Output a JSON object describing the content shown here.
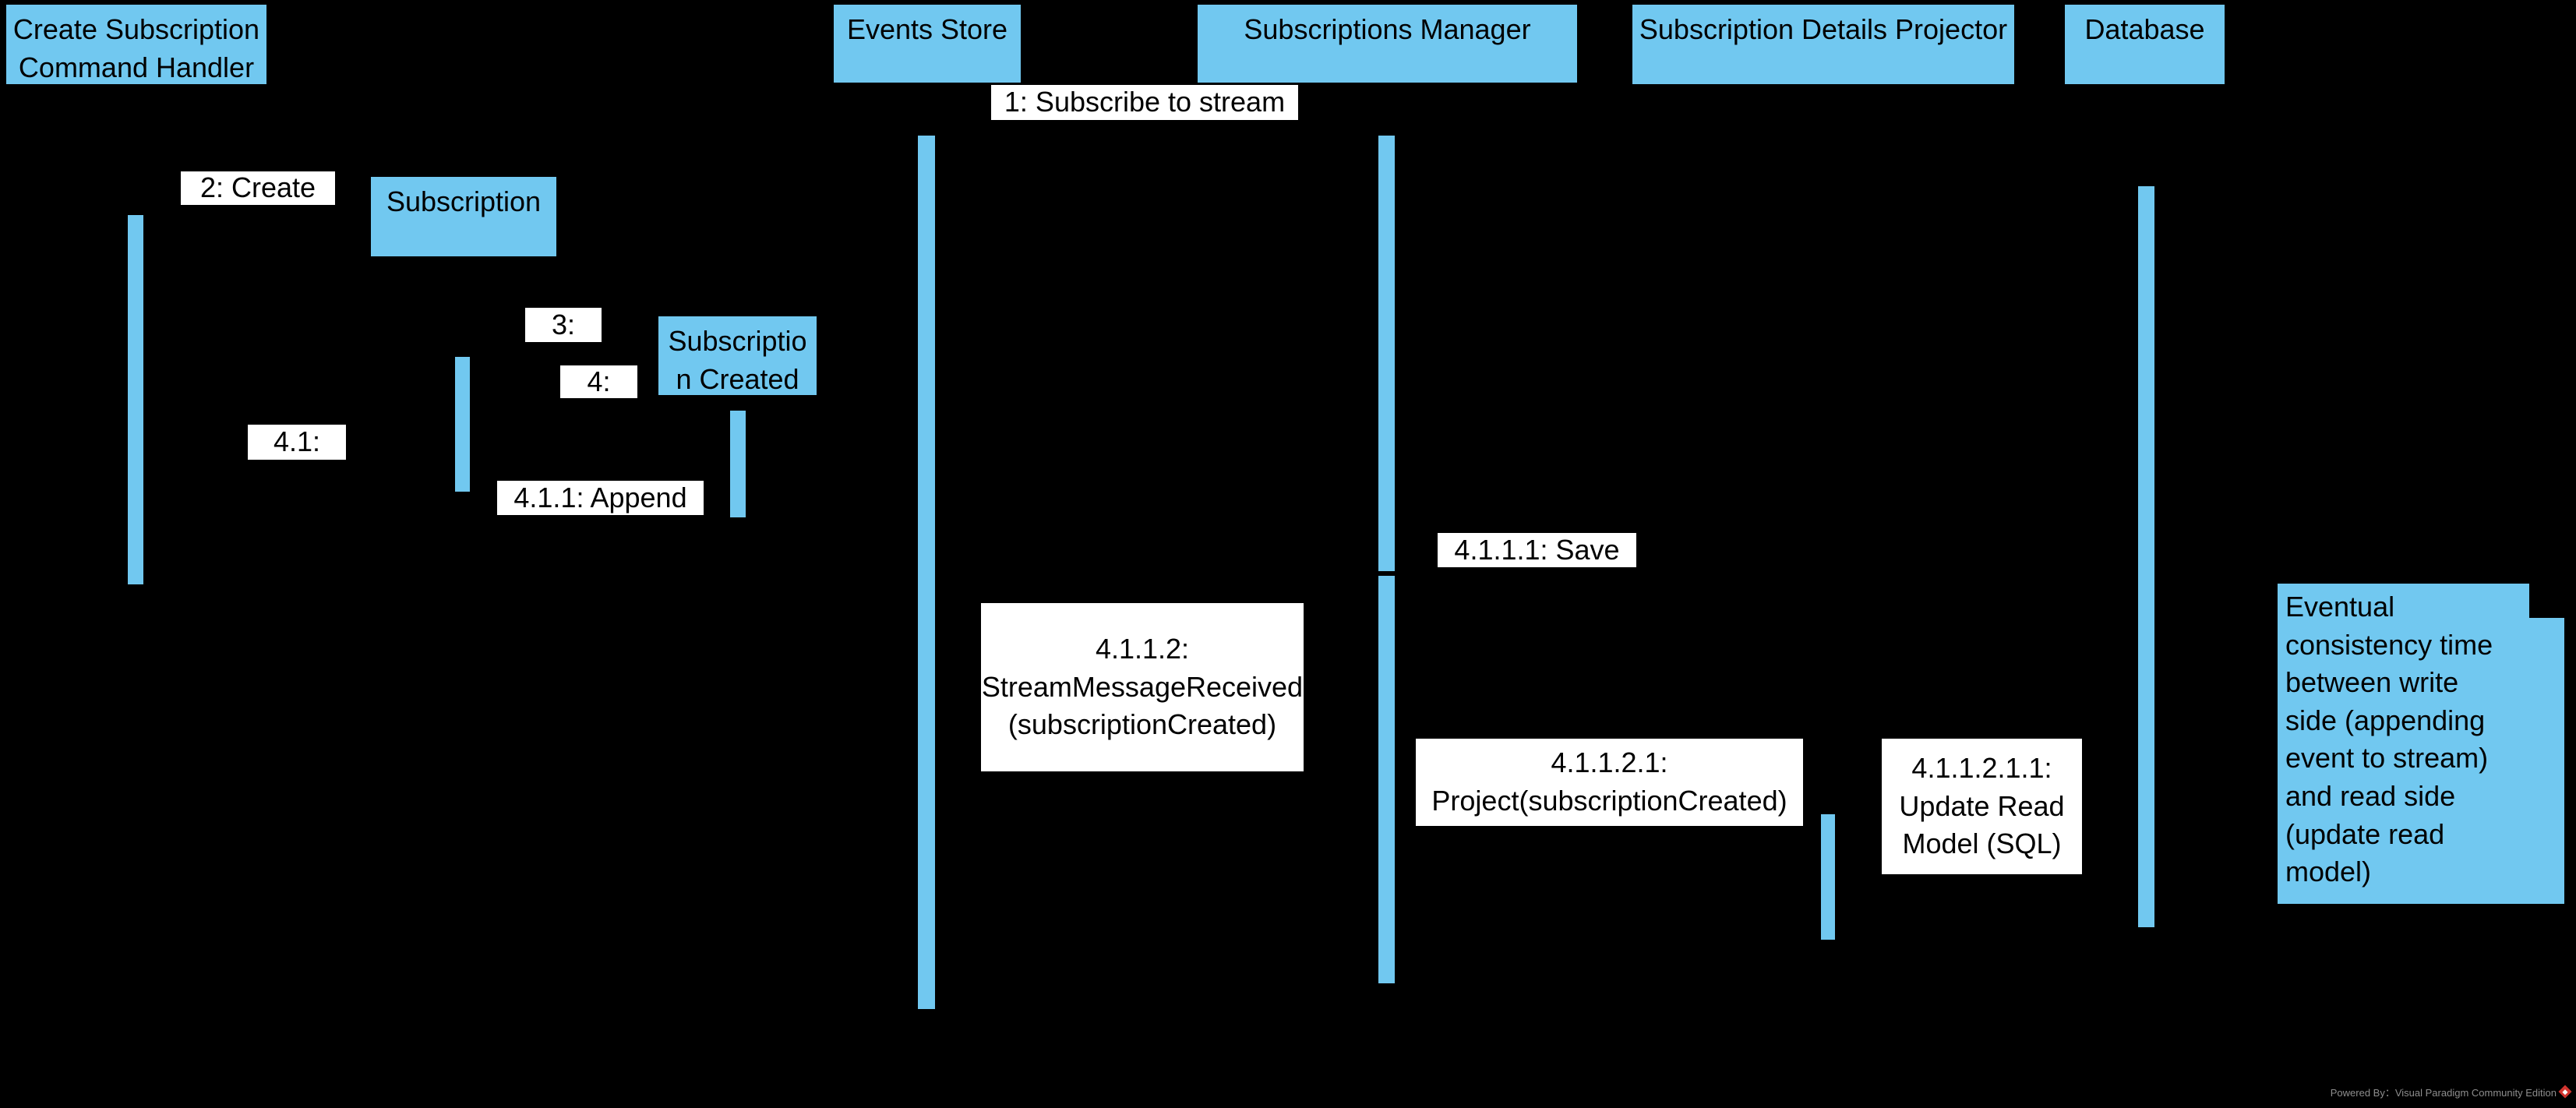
{
  "diagram": {
    "type": "uml-sequence-diagram",
    "colors": {
      "background": "#000000",
      "shape_blue": "#71C8F0",
      "message_label_bg": "#FFFFFF",
      "text": "#000000",
      "watermark_gray": "#8E8E8E",
      "logo_red": "#D2342E"
    },
    "participants": [
      {
        "name_lines": [
          "Create Subscription",
          "Command Handler"
        ]
      },
      {
        "name_lines": [
          "Events Store"
        ]
      },
      {
        "name_lines": [
          "Subscriptions Manager"
        ]
      },
      {
        "name_lines": [
          "Subscription Details Projector"
        ]
      },
      {
        "name_lines": [
          "Database"
        ]
      },
      {
        "name_lines": [
          "Subscription"
        ]
      },
      {
        "name_lines": [
          "Subscriptio",
          "n Created"
        ]
      }
    ],
    "messages": [
      {
        "label_lines": [
          "1: Subscribe to stream"
        ]
      },
      {
        "label_lines": [
          "2: Create"
        ]
      },
      {
        "label_lines": [
          "3:"
        ]
      },
      {
        "label_lines": [
          "4:"
        ]
      },
      {
        "label_lines": [
          "4.1:"
        ]
      },
      {
        "label_lines": [
          "4.1.1: Append"
        ]
      },
      {
        "label_lines": [
          "4.1.1.1: Save"
        ]
      },
      {
        "label_lines": [
          "4.1.1.2:",
          "StreamMessageReceived",
          "(subscriptionCreated)"
        ]
      },
      {
        "label_lines": [
          "4.1.1.2.1:",
          "Project(subscriptionCreated)"
        ]
      },
      {
        "label_lines": [
          "4.1.1.2.1.1:",
          "Update Read",
          "Model (SQL)"
        ]
      }
    ],
    "note": {
      "text_lines": [
        "Eventual",
        "consistency time",
        "between write",
        "side (appending",
        "event to stream)",
        "and read side",
        "(update read",
        "model)"
      ]
    },
    "footer": {
      "powered_by": "Powered By：Visual Paradigm Community Edition",
      "logo": "visual-paradigm-red-diamond"
    }
  }
}
